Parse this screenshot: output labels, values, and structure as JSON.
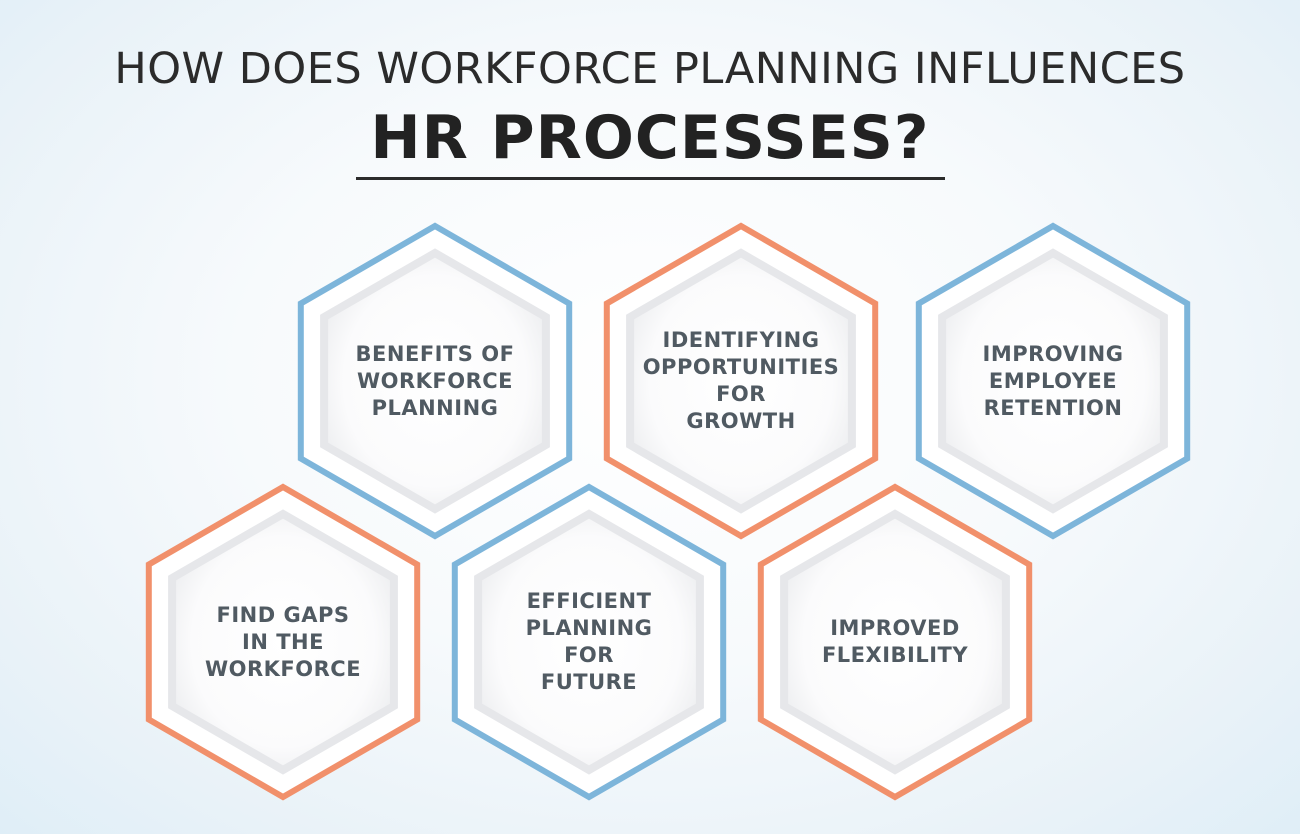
{
  "title": {
    "line1": "HOW DOES WORKFORCE PLANNING INFLUENCES",
    "line2": "HR PROCESSES?"
  },
  "colors": {
    "blue": "#7db5da",
    "orange": "#f1906b",
    "text": "#505a62",
    "title": "#2b2b2b"
  },
  "hexagons": [
    {
      "label": "BENEFITS OF\nWORKFORCE\nPLANNING",
      "color": "blue"
    },
    {
      "label": "IDENTIFYING\nOPPORTUNITIES\nFOR\nGROWTH",
      "color": "orange"
    },
    {
      "label": "IMPROVING\nEMPLOYEE\nRETENTION",
      "color": "blue"
    },
    {
      "label": "FIND GAPS\nIN THE\nWORKFORCE",
      "color": "orange"
    },
    {
      "label": "EFFICIENT\nPLANNING\nFOR\nFUTURE",
      "color": "blue"
    },
    {
      "label": "IMPROVED\nFLEXIBILITY",
      "color": "orange"
    }
  ]
}
